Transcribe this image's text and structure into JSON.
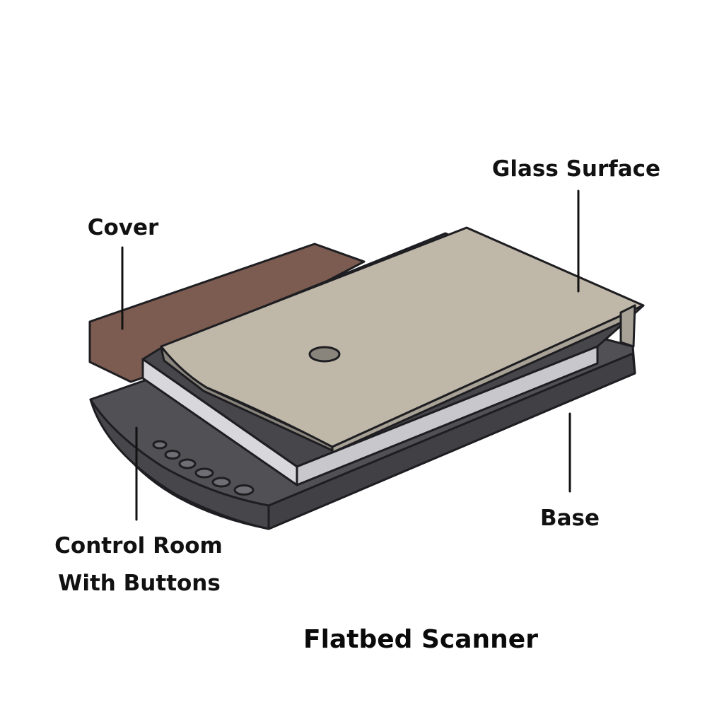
{
  "diagram": {
    "title": "Flatbed Scanner",
    "labels": {
      "cover": "Cover",
      "glass_surface": "Glass Surface",
      "base": "Base",
      "control_room_line1": "Control Room",
      "control_room_line2": "With Buttons"
    },
    "colors": {
      "cover": "#7c5c50",
      "glass_surface": "#bfb7a8",
      "glass_edge": "#8a857c",
      "base": "#505055",
      "base_dark": "#404045",
      "tray_rim": "#d8d8dc",
      "outline": "#1e1e22"
    },
    "button_count": 6
  }
}
